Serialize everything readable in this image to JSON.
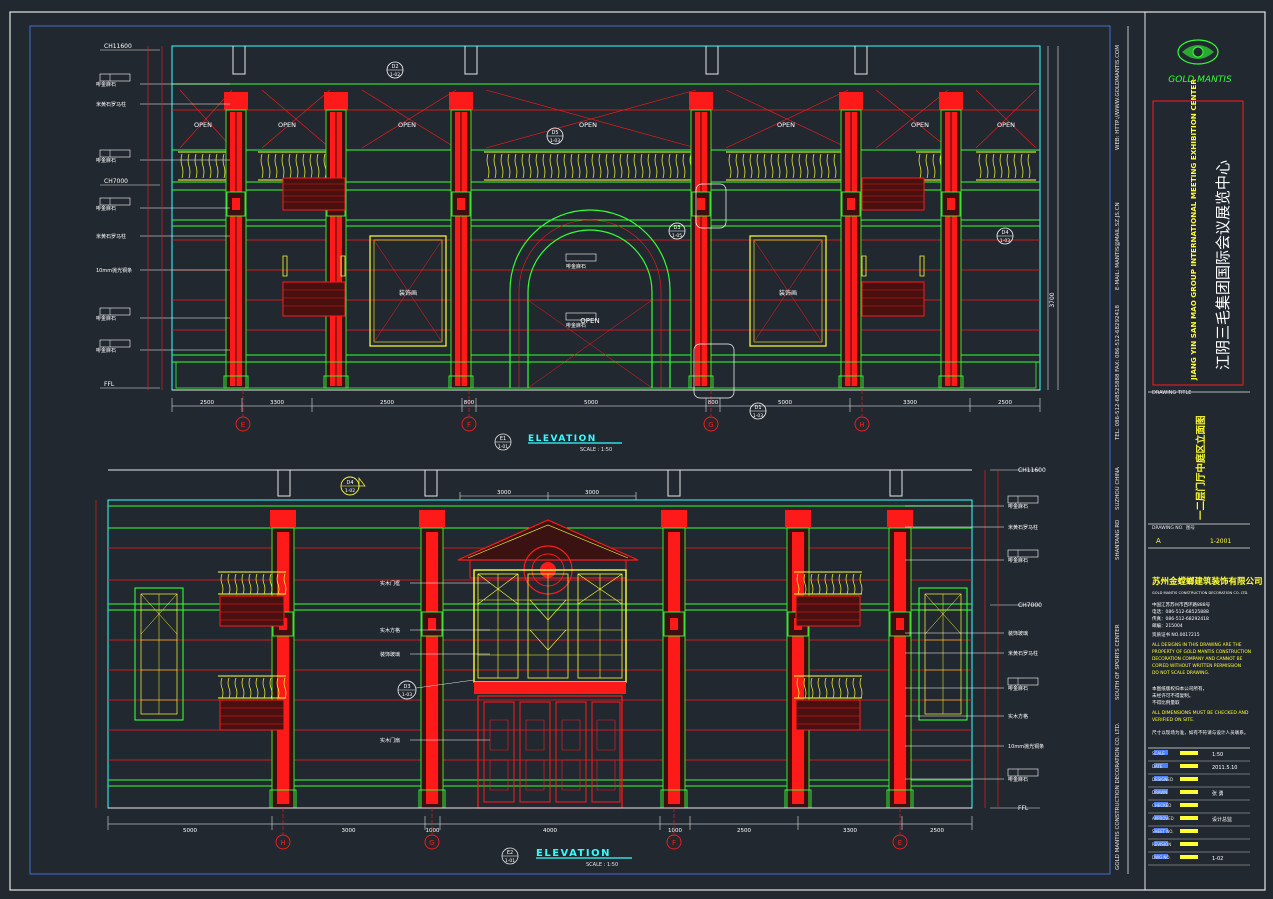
{
  "colors": {
    "background": "#212830",
    "frame": "#e6e6e6",
    "red": "#ff1a1a",
    "green": "#33ff33",
    "yellow": "#ffff33",
    "cyan": "#33ffff",
    "white": "#ffffff",
    "blue": "#4d7fff",
    "magenta": "#ff33ff"
  },
  "elevation_top": {
    "heights": {
      "ch": "CH11600",
      "mid": "CH7000",
      "ffl": "FFL"
    },
    "open_labels": [
      "OPEN",
      "OPEN",
      "OPEN",
      "OPEN",
      "OPEN",
      "OPEN",
      "OPEN"
    ],
    "arch_label": "OPEN",
    "panel_label": "装饰画",
    "callouts": [
      {
        "code": "D2",
        "ref": "1-02"
      },
      {
        "code": "D5",
        "ref": "1-03"
      },
      {
        "code": "D3",
        "ref": "1-05"
      },
      {
        "code": "D4",
        "ref": "1-03"
      },
      {
        "code": "D1",
        "ref": "1-03"
      }
    ],
    "left_notes": [
      "啡金麻石",
      "米黄石罗马柱",
      "啡金麻石",
      "啡金麻石",
      "米黄石罗马柱",
      "10mm抛光铜条",
      "啡金麻石",
      "啡金麻石"
    ],
    "mid_notes": [
      "啡金麻石",
      "啡金麻石"
    ],
    "bottom_dims": [
      "2500",
      "3300",
      "2500",
      "800",
      "5000",
      "800",
      "5000",
      "3300",
      "2500"
    ],
    "axes": [
      "E",
      "F",
      "G",
      "H"
    ],
    "right_dim": "3700",
    "title": "ELEVATION",
    "title_ref": {
      "code": "E1",
      "ref": "1-01"
    },
    "scale": "SCALE : 1:50"
  },
  "elevation_bottom": {
    "heights": {
      "ch": "CH11600",
      "mid": "CH7000",
      "ffl": "FFL"
    },
    "callout_top": {
      "code": "D4",
      "ref": "1-02"
    },
    "callout_left": {
      "code": "D3",
      "ref": "1-03"
    },
    "top_dims": [
      "3000",
      "3000"
    ],
    "left_notes": [
      "实木门框",
      "实木方格",
      "装饰玻璃",
      "实木门扇"
    ],
    "right_notes": [
      "啡金麻石",
      "米黄石罗马柱",
      "啡金麻石",
      "装饰玻璃",
      "米黄石罗马柱",
      "啡金麻石",
      "实木方格",
      "10mm抛光铜条",
      "啡金麻石"
    ],
    "bottom_dims": [
      "5000",
      "3000",
      "1000",
      "4000",
      "1000",
      "2500",
      "3300",
      "2500"
    ],
    "axes": [
      "H",
      "G",
      "F",
      "E"
    ],
    "title": "ELEVATION",
    "title_ref": {
      "code": "E2",
      "ref": "1-01"
    },
    "scale": "SCALE : 1:50"
  },
  "side_strip": {
    "top_text": "WEB: HTTP://WWW.GOLDMANTIS.COM",
    "email_text": "E-MAIL: MANTIS@MAIL.SZ.JS.CN",
    "tel_text": "TEL: 086-512-68525888   FAX: 086-512-68292418",
    "city_text": "SUZHOU CHINA",
    "road_text": "SHANTANG RD",
    "place_text": "SOUTH OF SPORTS CENTER",
    "company_text": "GOLD MANTIS CONSTRUCTION DECORATION CO. LTD."
  },
  "title_block": {
    "logo_text": "GOLD MANTIS",
    "project_en": "JIANG YIN SAN MAO GROUP INTERNATIONAL MEETING EXHIBITION CENTER",
    "project_cn": "江阴三毛集团国际会议展览中心",
    "drawing_title_label": "DRAWING TITLE",
    "drawing_title": "一二层门厅中庭区立面图",
    "drawing_no_label": "DRAWING NO.",
    "drawing_no": "图号",
    "revision_symbol": "A",
    "revision_no": "1-2001",
    "company_cn": "苏州金螳螂建筑装饰有限公司",
    "company_en": "GOLD MANTIS CONSTRUCTION DECORATION CO. LTD.",
    "address_lines": [
      "中国江苏苏州市西环路888号",
      "电话：086-512-68525888",
      "传真：086-512-68292418",
      "邮编：215004"
    ],
    "licence": "资质证书 NO.0017215",
    "copyright_lines": [
      "ALL DESIGNS IN THIS DRAWING ARE THE",
      "PROPERTY OF GOLD MANTIS CONSTRUCTION",
      "DECORATION COMPANY AND CANNOT BE",
      "COPIED WITHOUT WRITTEN PERMISSION",
      "DO NOT SCALE DRAWING."
    ],
    "cn_notes": [
      "本图纸版权归本公司所有，",
      "未经许可不得复制。",
      "不得比例量取"
    ],
    "dim_notes": [
      "ALL DIMENSIONS MUST BE CHECKED AND",
      "VERIFIED ON SITE."
    ],
    "cn_site_note": "尺寸以现场为准，如有不符请与设计人员联系。",
    "rows": [
      {
        "label": "SCALE",
        "value": "1:50"
      },
      {
        "label": "DATE",
        "value": "2011.5.10"
      },
      {
        "label": "DESIGNED",
        "value": ""
      },
      {
        "label": "DRAWN",
        "value": "张 勇"
      },
      {
        "label": "CHECKED",
        "value": ""
      },
      {
        "label": "APPROVED",
        "value": "设计总监"
      },
      {
        "label": "SHEET NO.",
        "value": ""
      },
      {
        "label": "REVISION",
        "value": ""
      },
      {
        "label": "DWG NO.",
        "value": "1-02"
      }
    ]
  }
}
